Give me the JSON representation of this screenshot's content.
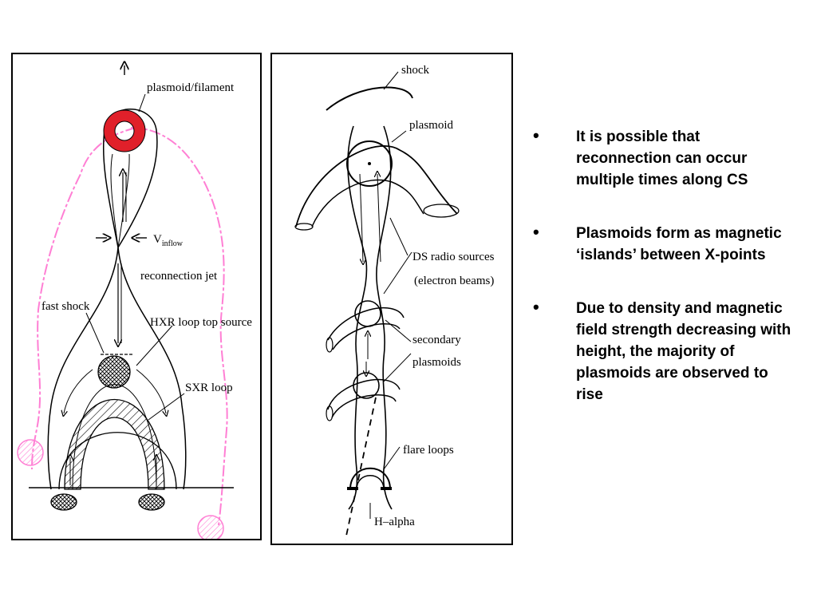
{
  "left_diagram": {
    "labels": {
      "plasmoid_filament": "plasmoid/filament",
      "v_inflow": "V",
      "v_inflow_sub": "inflow",
      "reconnection_jet": "reconnection jet",
      "fast_shock": "fast shock",
      "hxr_loop_top_source": "HXR loop top source",
      "sxr_loop": "SXR loop"
    },
    "colors": {
      "plasmoid": "#e0202a",
      "field_lines": "#ff7fd4"
    }
  },
  "right_diagram": {
    "labels": {
      "shock": "shock",
      "plasmoid": "plasmoid",
      "ds_radio_sources": "DS  radio sources",
      "electron_beams": "(electron beams)",
      "secondary": "secondary",
      "plasmoids": "plasmoids",
      "flare_loops": "flare  loops",
      "h_alpha": "H–alpha"
    }
  },
  "bullets": [
    "It is possible that reconnection can occur multiple times along CS",
    "Plasmoids form as magnetic ‘islands’ between X-points",
    "Due to density and magnetic field strength decreasing with height, the majority of plasmoids are observed to rise"
  ],
  "bullet_symbol": "•"
}
